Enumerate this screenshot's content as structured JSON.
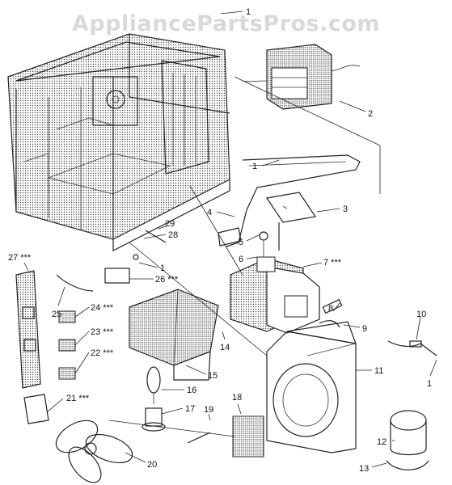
{
  "watermark": "AppliancePartsPros.com",
  "callouts": [
    {
      "id": "c1a",
      "text": "1"
    },
    {
      "id": "c2",
      "text": "2"
    },
    {
      "id": "c1b",
      "text": "1"
    },
    {
      "id": "c3",
      "text": "3"
    },
    {
      "id": "c4",
      "text": "4"
    },
    {
      "id": "c5",
      "text": "5"
    },
    {
      "id": "c6",
      "text": "6"
    },
    {
      "id": "c7",
      "text": "7 ***"
    },
    {
      "id": "c8",
      "text": "8"
    },
    {
      "id": "c9",
      "text": "9"
    },
    {
      "id": "c10",
      "text": "10"
    },
    {
      "id": "c1c",
      "text": "1"
    },
    {
      "id": "c11",
      "text": "11"
    },
    {
      "id": "c12",
      "text": "12"
    },
    {
      "id": "c13",
      "text": "13"
    },
    {
      "id": "c14",
      "text": "14"
    },
    {
      "id": "c15",
      "text": "15"
    },
    {
      "id": "c16",
      "text": "16"
    },
    {
      "id": "c17",
      "text": "17"
    },
    {
      "id": "c18",
      "text": "18"
    },
    {
      "id": "c19",
      "text": "19"
    },
    {
      "id": "c20",
      "text": "20"
    },
    {
      "id": "c21",
      "text": "21 ***"
    },
    {
      "id": "c22",
      "text": "22 ***"
    },
    {
      "id": "c23",
      "text": "23 ***"
    },
    {
      "id": "c24",
      "text": "24 ***"
    },
    {
      "id": "c25",
      "text": "25"
    },
    {
      "id": "c26",
      "text": "26 ***"
    },
    {
      "id": "c27",
      "text": "27 ***"
    },
    {
      "id": "c28",
      "text": "28"
    },
    {
      "id": "c29",
      "text": "29"
    },
    {
      "id": "c1d",
      "text": "1"
    }
  ]
}
